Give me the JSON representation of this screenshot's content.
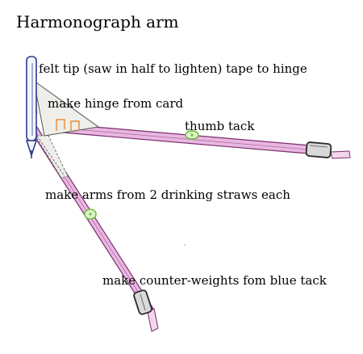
{
  "title": "Harmonograph arm",
  "labels": {
    "felt_tip": "felt tip (saw in half to lighten) tape to hinge",
    "hinge": "make hinge from card",
    "thumb_tack": "thumb tack",
    "arms": "make arms from 2 drinking straws each",
    "counter_weights": "make counter-weights fom blue tack"
  },
  "colors": {
    "straw": "#e8b7e0",
    "straw_edge": "#7a2f6e",
    "pen_outline": "#2b3e8c",
    "card_fill": "#eeeeea",
    "tape": "#ee8a33",
    "tack": "#6fbf3a",
    "weight": "#2a2a2a"
  }
}
